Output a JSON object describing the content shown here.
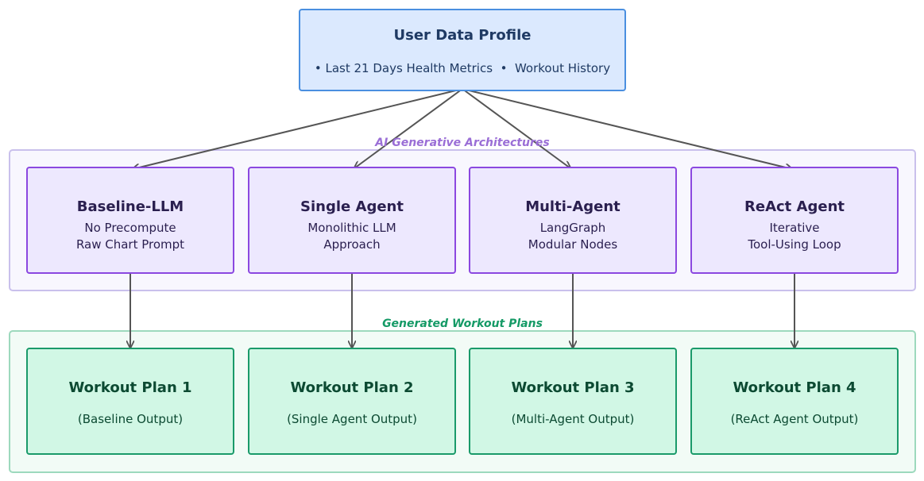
{
  "source": {
    "title": "User Data Profile",
    "subtitle": "• Last 21 Days Health Metrics  •  Workout History"
  },
  "architectures": {
    "group_label": "AI Generative Architectures",
    "items": [
      {
        "title": "Baseline-LLM",
        "line1": "No Precompute",
        "line2": "Raw Chart Prompt"
      },
      {
        "title": "Single Agent",
        "line1": "Monolithic LLM",
        "line2": "Approach"
      },
      {
        "title": "Multi-Agent",
        "line1": "LangGraph",
        "line2": "Modular Nodes"
      },
      {
        "title": "ReAct Agent",
        "line1": "Iterative",
        "line2": "Tool-Using Loop"
      }
    ]
  },
  "plans": {
    "group_label": "Generated Workout Plans",
    "items": [
      {
        "title": "Workout Plan 1",
        "subtitle": "(Baseline Output)"
      },
      {
        "title": "Workout Plan 2",
        "subtitle": "(Single Agent Output)"
      },
      {
        "title": "Workout Plan 3",
        "subtitle": "(Multi-Agent Output)"
      },
      {
        "title": "Workout Plan 4",
        "subtitle": "(ReAct Agent Output)"
      }
    ]
  },
  "colors": {
    "source_fill": "#dbe9fe",
    "source_border": "#4a8fe0",
    "arch_fill": "#ede8fe",
    "arch_border": "#8b48e0",
    "plan_fill": "#d1f7e5",
    "plan_border": "#1a9a6a",
    "arrow": "#555555"
  }
}
